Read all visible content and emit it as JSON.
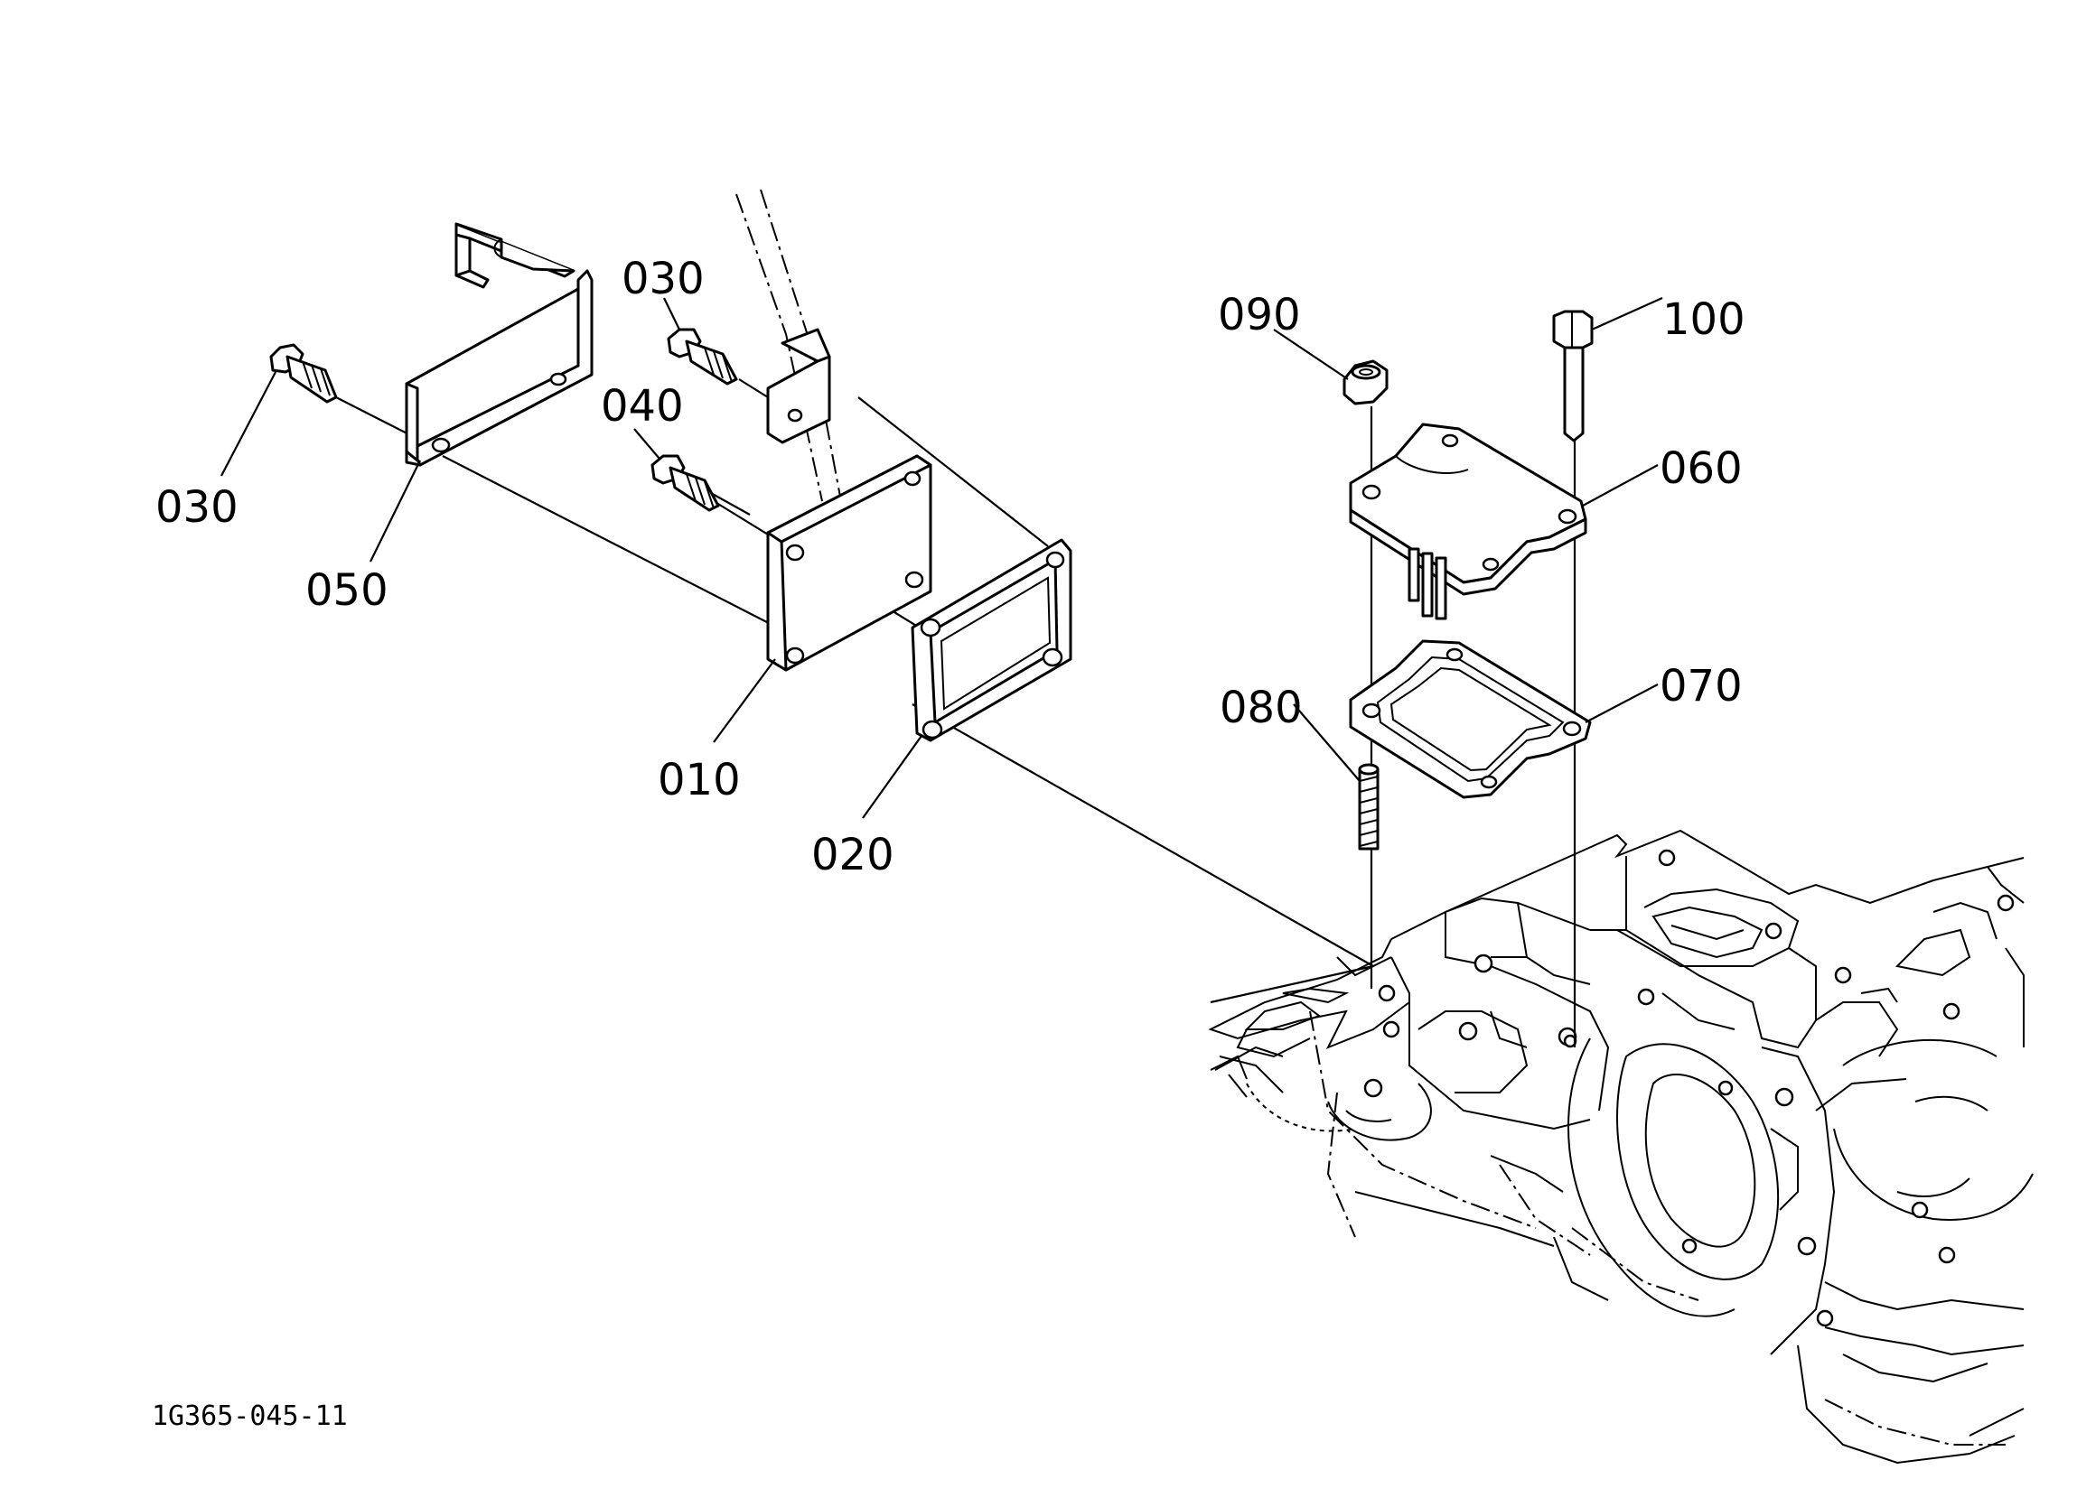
{
  "callouts": {
    "c010": "010",
    "c020": "020",
    "c030a": "030",
    "c030b": "030",
    "c040": "040",
    "c050": "050",
    "c060": "060",
    "c070": "070",
    "c080": "080",
    "c090": "090",
    "c100": "100"
  },
  "drawing_code": "1G365-045-11"
}
